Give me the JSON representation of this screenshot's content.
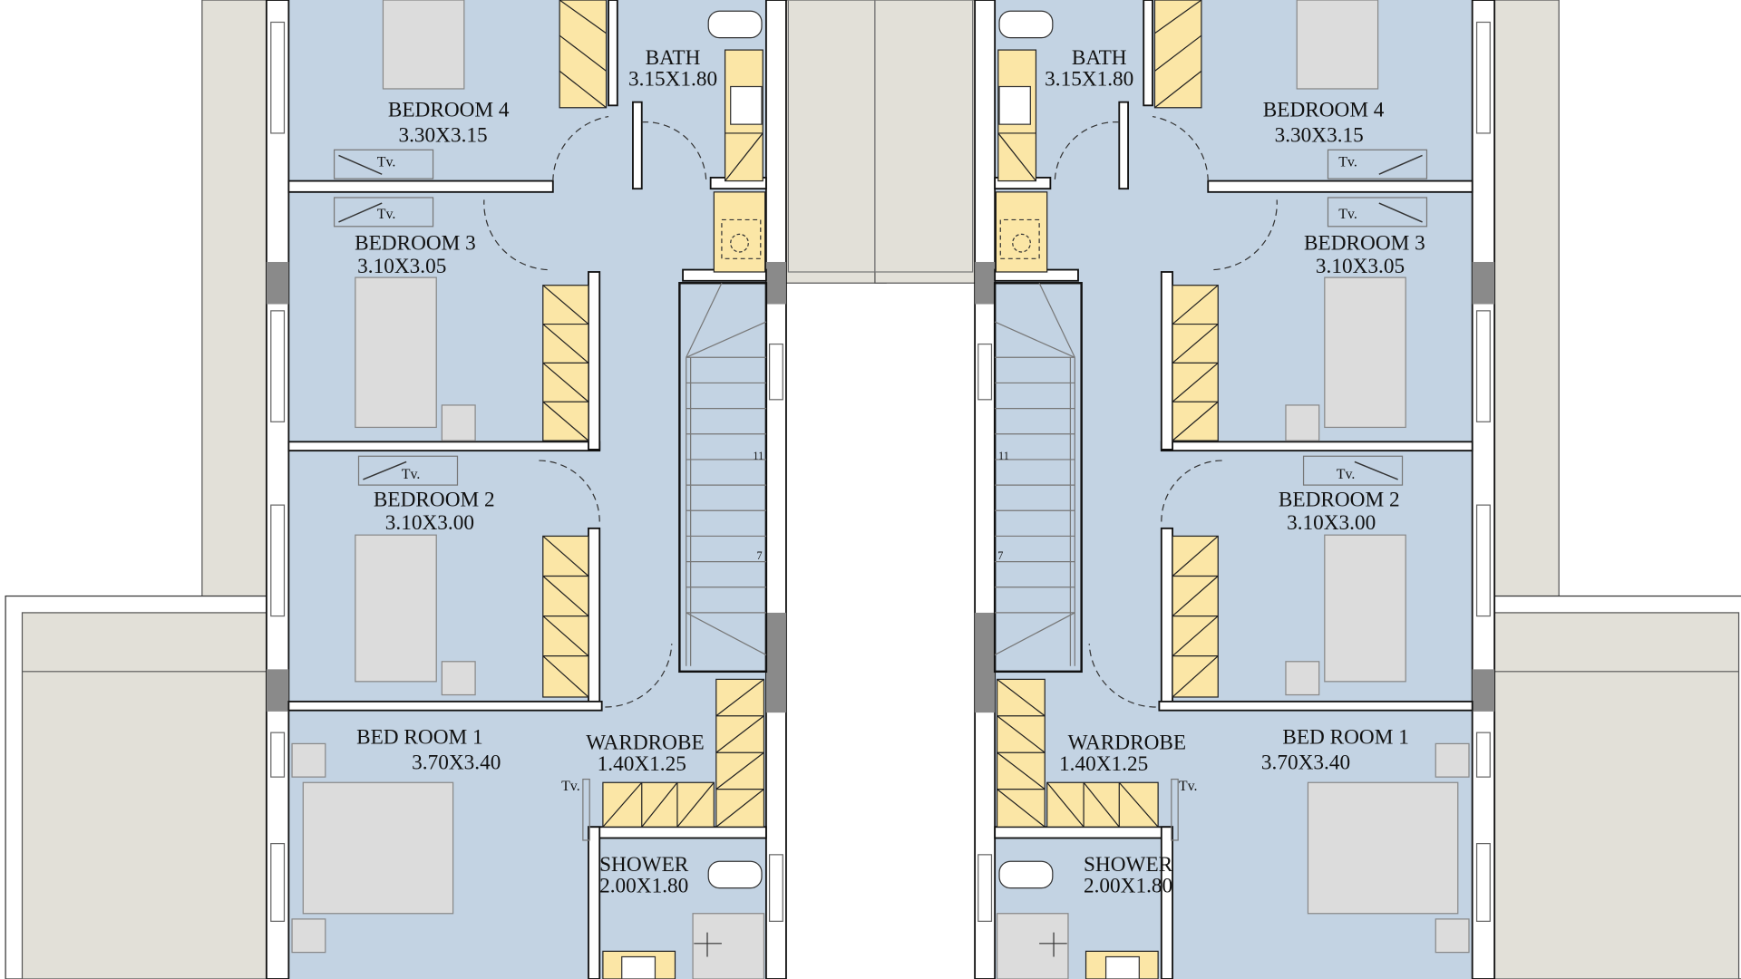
{
  "plan": {
    "colors": {
      "floor": "#c3d3e3",
      "wardrobe": "#fbe6a6",
      "furniture": "#dcdcdc",
      "exterior": "#e2e0d8",
      "wall": "#ffffff",
      "column": "#8a8a8a"
    },
    "left_unit": {
      "rooms": [
        {
          "name": "BEDROOM 4",
          "size": "3.30X3.15"
        },
        {
          "name": "BATH",
          "size": "3.15X1.80"
        },
        {
          "name": "BEDROOM 3",
          "size": "3.10X3.05"
        },
        {
          "name": "BEDROOM 2",
          "size": "3.10X3.00"
        },
        {
          "name": "BED ROOM 1",
          "size": "3.70X3.40"
        },
        {
          "name": "WARDROBE",
          "size": "1.40X1.25"
        },
        {
          "name": "SHOWER",
          "size": "2.00X1.80"
        }
      ],
      "tv_label": "Tv.",
      "stair_numbers": [
        "11",
        "7"
      ]
    },
    "right_unit": {
      "rooms": [
        {
          "name": "BEDROOM 4",
          "size": "3.30X3.15"
        },
        {
          "name": "BATH",
          "size": "3.15X1.80"
        },
        {
          "name": "BEDROOM 3",
          "size": "3.10X3.05"
        },
        {
          "name": "BEDROOM 2",
          "size": "3.10X3.00"
        },
        {
          "name": "BED ROOM 1",
          "size": "3.70X3.40"
        },
        {
          "name": "WARDROBE",
          "size": "1.40X1.25"
        },
        {
          "name": "SHOWER",
          "size": "2.00X1.80"
        }
      ],
      "tv_label": "Tv.",
      "stair_numbers": [
        "11",
        "7"
      ]
    }
  }
}
